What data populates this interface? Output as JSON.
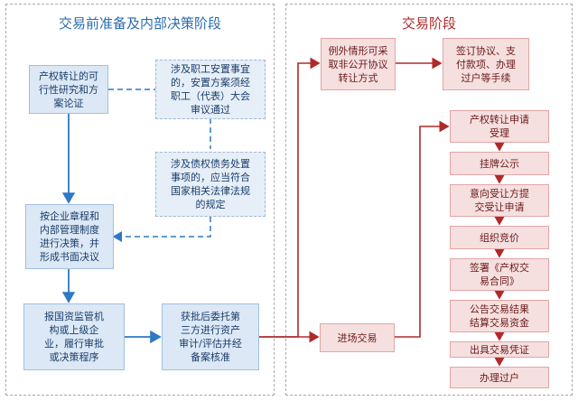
{
  "left_panel": {
    "title": "交易前准备及内部决策阶段",
    "boxes": {
      "feasibility": "产权转让的可\n行性研究和方\n案论证",
      "staff": "涉及职工安置事宜\n的，安置方案须经\n职工（代表）大会\n审议通过",
      "debt": "涉及债权债务处置\n事项的，应当符合\n国家相关法律法规\n的规定",
      "decision": "按企业章程和\n内部管理制度\n进行决策，并\n形成书面决议",
      "report": "报国资监管机\n构或上级企\n业，履行审批\n或决策程序",
      "audit": "获批后委托第\n三方进行资产\n审计/评估并经\n备案核准"
    }
  },
  "right_panel": {
    "title": "交易阶段",
    "boxes": {
      "exception": "例外情形可采\n取非公开协议\n转让方式",
      "sign": "签订协议、支\n付款项、办理\n过户等手续",
      "enter": "进场交易"
    },
    "steps": [
      "产权转让申请\n受理",
      "挂牌公示",
      "意向受让方提\n交受让申请",
      "组织竞价",
      "签署《产权交\n易合同》",
      "公告交易结果\n结算交易资金",
      "出具交易凭证",
      "办理过户"
    ]
  }
}
